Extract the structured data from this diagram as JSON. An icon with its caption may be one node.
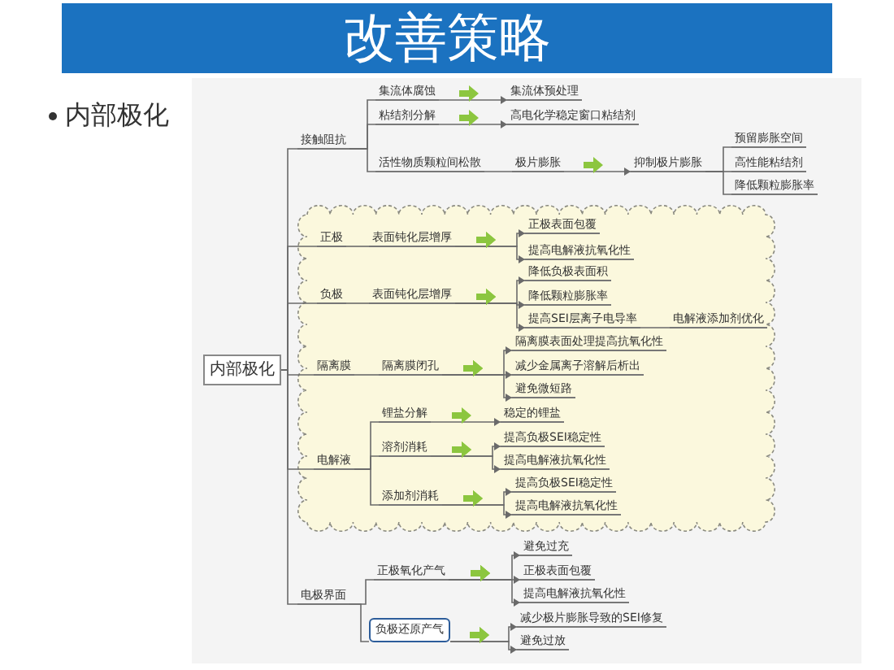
{
  "diagram": {
    "title": "改善策略",
    "labels": [
      "内部极化"
    ],
    "nodes": [
      {
        "text": [
          "内部极化"
        ]
      },
      {
        "text": [
          "接触阻抗"
        ]
      },
      {
        "text": [
          "集流体腐蚀"
        ]
      },
      {
        "text": [
          "集流体预处理"
        ]
      },
      {
        "text": [
          "粘结剂分解"
        ]
      },
      {
        "text": [
          "高电化学稳定窗口粘结剂"
        ]
      },
      {
        "text": [
          "活性物质颗粒间松散"
        ]
      },
      {
        "text": [
          "极片膨胀"
        ]
      },
      {
        "text": [
          "抑制极片膨胀"
        ]
      },
      {
        "text": [
          "预留膨胀空间"
        ]
      },
      {
        "text": [
          "高性能粘结剂"
        ]
      },
      {
        "text": [
          "降低颗粒膨胀率"
        ]
      },
      {
        "text": [],
        "shape": "cloud"
      },
      {
        "text": [
          "正极"
        ],
        "in": 12
      },
      {
        "text": [
          "表面钝化层增厚"
        ],
        "in": 12
      },
      {
        "text": [
          "正极表面包覆"
        ],
        "in": 12
      },
      {
        "text": [
          "提高电解液抗氧化性"
        ],
        "in": 12
      },
      {
        "text": [
          "负极"
        ],
        "in": 12
      },
      {
        "text": [
          "表面钝化层增厚"
        ],
        "in": 12
      },
      {
        "text": [
          "降低负极表面积"
        ],
        "in": 12
      },
      {
        "text": [
          "降低颗粒膨胀率"
        ],
        "in": 12
      },
      {
        "text": [
          "提高SEI层离子电导率"
        ],
        "in": 12
      },
      {
        "text": [
          "电解液添加剂优化"
        ],
        "in": 12
      },
      {
        "text": [
          "隔离膜"
        ],
        "in": 12
      },
      {
        "text": [
          "隔离膜闭孔"
        ],
        "in": 12
      },
      {
        "text": [
          "隔离膜表面处理提高抗氧化性"
        ],
        "in": 12
      },
      {
        "text": [
          "减少金属离子溶解后析出"
        ],
        "in": 12
      },
      {
        "text": [
          "避免微短路"
        ],
        "in": 12
      },
      {
        "text": [
          "电解液"
        ],
        "in": 12
      },
      {
        "text": [
          "锂盐分解"
        ],
        "in": 12
      },
      {
        "text": [
          "稳定的锂盐"
        ],
        "in": 12
      },
      {
        "text": [
          "溶剂消耗"
        ],
        "in": 12
      },
      {
        "text": [
          "提高负极SEI稳定性"
        ],
        "in": 12
      },
      {
        "text": [
          "提高电解液抗氧化性"
        ],
        "in": 12
      },
      {
        "text": [
          "添加剂消耗"
        ],
        "in": 12
      },
      {
        "text": [
          "提高负极SEI稳定性"
        ],
        "in": 12
      },
      {
        "text": [
          "提高电解液抗氧化性"
        ],
        "in": 12
      },
      {
        "text": [
          "电极界面"
        ]
      },
      {
        "text": [
          "正极氧化产气"
        ]
      },
      {
        "text": [
          "避免过充"
        ]
      },
      {
        "text": [
          "正极表面包覆"
        ]
      },
      {
        "text": [
          "提高电解液抗氧化性"
        ]
      },
      {
        "text": [
          "负极还原产气"
        ]
      },
      {
        "text": [
          "减少极片膨胀导致的SEI修复"
        ]
      },
      {
        "text": [
          "避免过放"
        ]
      }
    ],
    "edges": [
      {
        "from": 0,
        "to": 1,
        "arrow": "none"
      },
      {
        "from": 1,
        "to": 2,
        "arrow": "none"
      },
      {
        "from": 2,
        "to": 3,
        "arrow": "to"
      },
      {
        "from": 1,
        "to": 4,
        "arrow": "none"
      },
      {
        "from": 4,
        "to": 5,
        "arrow": "to"
      },
      {
        "from": 1,
        "to": 6,
        "arrow": "none"
      },
      {
        "from": 6,
        "to": 7,
        "arrow": "none"
      },
      {
        "from": 7,
        "to": 8,
        "arrow": "to"
      },
      {
        "from": 8,
        "to": 9,
        "arrow": "none"
      },
      {
        "from": 8,
        "to": 10,
        "arrow": "none"
      },
      {
        "from": 8,
        "to": 11,
        "arrow": "none"
      },
      {
        "from": 0,
        "to": 13,
        "arrow": "none"
      },
      {
        "from": 13,
        "to": 14,
        "arrow": "none"
      },
      {
        "from": 14,
        "to": 15,
        "arrow": "to"
      },
      {
        "from": 14,
        "to": 16,
        "arrow": "to"
      },
      {
        "from": 0,
        "to": 17,
        "arrow": "none"
      },
      {
        "from": 17,
        "to": 18,
        "arrow": "none"
      },
      {
        "from": 18,
        "to": 19,
        "arrow": "to"
      },
      {
        "from": 18,
        "to": 20,
        "arrow": "to"
      },
      {
        "from": 18,
        "to": 21,
        "arrow": "to"
      },
      {
        "from": 21,
        "to": 22,
        "arrow": "none"
      },
      {
        "from": 0,
        "to": 23,
        "arrow": "none"
      },
      {
        "from": 23,
        "to": 24,
        "arrow": "none"
      },
      {
        "from": 24,
        "to": 25,
        "arrow": "to"
      },
      {
        "from": 24,
        "to": 26,
        "arrow": "to"
      },
      {
        "from": 24,
        "to": 27,
        "arrow": "to"
      },
      {
        "from": 0,
        "to": 28,
        "arrow": "none"
      },
      {
        "from": 28,
        "to": 29,
        "arrow": "none"
      },
      {
        "from": 29,
        "to": 30,
        "arrow": "to"
      },
      {
        "from": 28,
        "to": 31,
        "arrow": "none"
      },
      {
        "from": 31,
        "to": 32,
        "arrow": "to"
      },
      {
        "from": 31,
        "to": 33,
        "arrow": "to"
      },
      {
        "from": 28,
        "to": 34,
        "arrow": "none"
      },
      {
        "from": 34,
        "to": 35,
        "arrow": "to"
      },
      {
        "from": 34,
        "to": 36,
        "arrow": "to"
      },
      {
        "from": 0,
        "to": 37,
        "arrow": "none"
      },
      {
        "from": 37,
        "to": 38,
        "arrow": "none"
      },
      {
        "from": 38,
        "to": 39,
        "arrow": "to"
      },
      {
        "from": 38,
        "to": 40,
        "arrow": "to"
      },
      {
        "from": 38,
        "to": 41,
        "arrow": "to"
      },
      {
        "from": 37,
        "to": 42,
        "arrow": "none"
      },
      {
        "from": 42,
        "to": 43,
        "arrow": "to"
      },
      {
        "from": 42,
        "to": 44,
        "arrow": "to"
      }
    ]
  }
}
